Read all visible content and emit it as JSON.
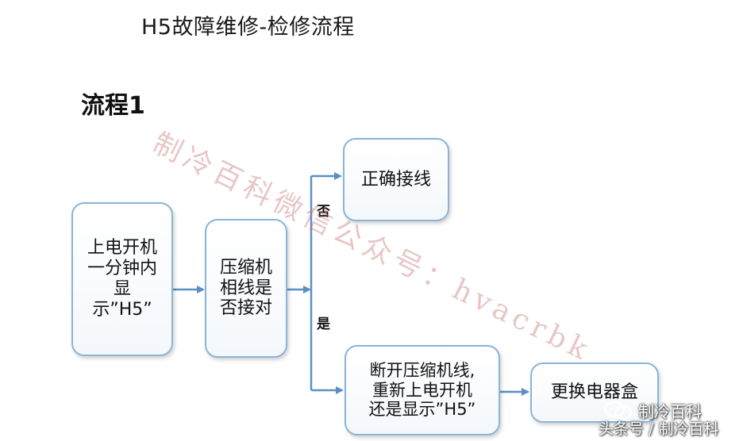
{
  "title": "H5故障维修-检修流程",
  "subtitle": "流程1",
  "nodes": {
    "power_on": {
      "lines": [
        "上电开机",
        "一分钟内",
        "显",
        "示”H5”"
      ]
    },
    "compressor": {
      "lines": [
        "压缩机",
        "相线是",
        "否接对"
      ]
    },
    "correct_wiring": {
      "lines": [
        "正确接线"
      ]
    },
    "disconnect": {
      "lines": [
        "断开压缩机线,",
        "重新上电开机",
        "还是显示”H5”"
      ]
    },
    "replace": {
      "lines": [
        "更换电器盒"
      ]
    }
  },
  "branch_labels": {
    "no": "否",
    "yes": "是"
  },
  "watermark": "制冷百科微信公众号：hvacrbk",
  "footer": {
    "wechat_account": "制冷百科",
    "source": "头条号 / 制冷百科"
  },
  "colors": {
    "box_border": "#8ab4d8",
    "arrow": "#5b8fc4",
    "watermark": "#c87878"
  }
}
